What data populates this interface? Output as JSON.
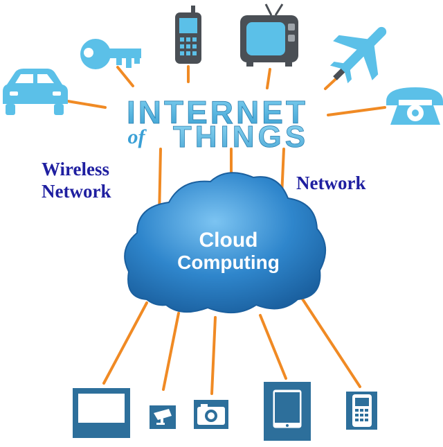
{
  "title": {
    "line1": "INTERNET",
    "of": "of",
    "line2": "THINGS"
  },
  "labels": {
    "wireless_line1": "Wireless",
    "wireless_line2": "Network",
    "network": "Network"
  },
  "cloud": {
    "line1": "Cloud",
    "line2": "Computing"
  },
  "icons": {
    "top": [
      "car-icon",
      "key-icon",
      "mobile-phone-icon",
      "television-icon",
      "airplane-icon",
      "telephone-icon"
    ],
    "bottom": [
      "monitor-icon",
      "security-camera-icon",
      "camera-icon",
      "tablet-icon",
      "cell-phone-icon"
    ]
  },
  "colors": {
    "icon_blue": "#5bc0e8",
    "icon_dark": "#4a4f55",
    "connector_orange": "#f08a24",
    "title_blue": "#56b4df",
    "cloud_blue": "#2f86cc",
    "label_navy": "#1f1fa0",
    "device_blue": "#2d6f9b"
  }
}
